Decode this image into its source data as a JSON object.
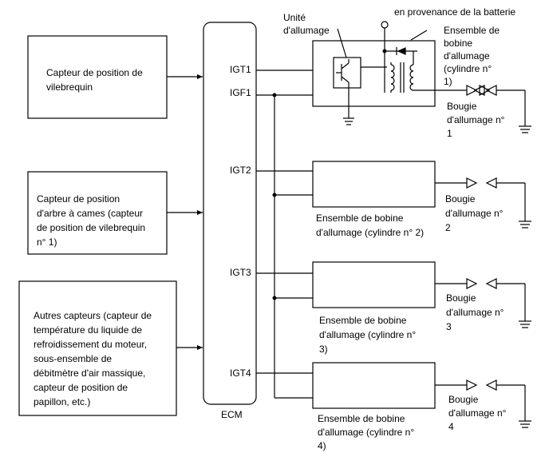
{
  "sensors": {
    "crankshaft": "Capteur de position de\nvilebrequin",
    "camshaft": "Capteur de position\nd'arbre à cames (capteur\nde position de vilebrequin\nn° 1)",
    "others": "Autres capteurs (capteur de\ntempérature du liquide de\nrefroidissement du moteur,\nsous-ensemble de\ndébitmètre d'air massique,\ncapteur de position de\npapillon, etc.)"
  },
  "ecm": {
    "name": "ECM",
    "pins": {
      "igt1": "IGT1",
      "igf1": "IGF1",
      "igt2": "IGT2",
      "igt3": "IGT3",
      "igt4": "IGT4"
    }
  },
  "coil1": {
    "igniter_label": "Unité\nd'allumage",
    "battery_label": "en provenance de la batterie",
    "assembly_label": "Ensemble de\nbobine\nd'allumage\n(cylindre n°\n1)",
    "plug_label": "Bougie\nd'allumage n°\n1"
  },
  "coil2": {
    "assembly_label": "Ensemble de bobine\nd'allumage (cylindre n° 2)",
    "plug_label": "Bougie\nd'allumage n°\n2"
  },
  "coil3": {
    "assembly_label": "Ensemble de bobine\nd'allumage (cylindre n°\n3)",
    "plug_label": "Bougie\nd'allumage n°\n3"
  },
  "coil4": {
    "assembly_label": "Ensemble de bobine\nd'allumage (cylindre n°\n4)",
    "plug_label": "Bougie\nd'allumage n°\n4"
  }
}
